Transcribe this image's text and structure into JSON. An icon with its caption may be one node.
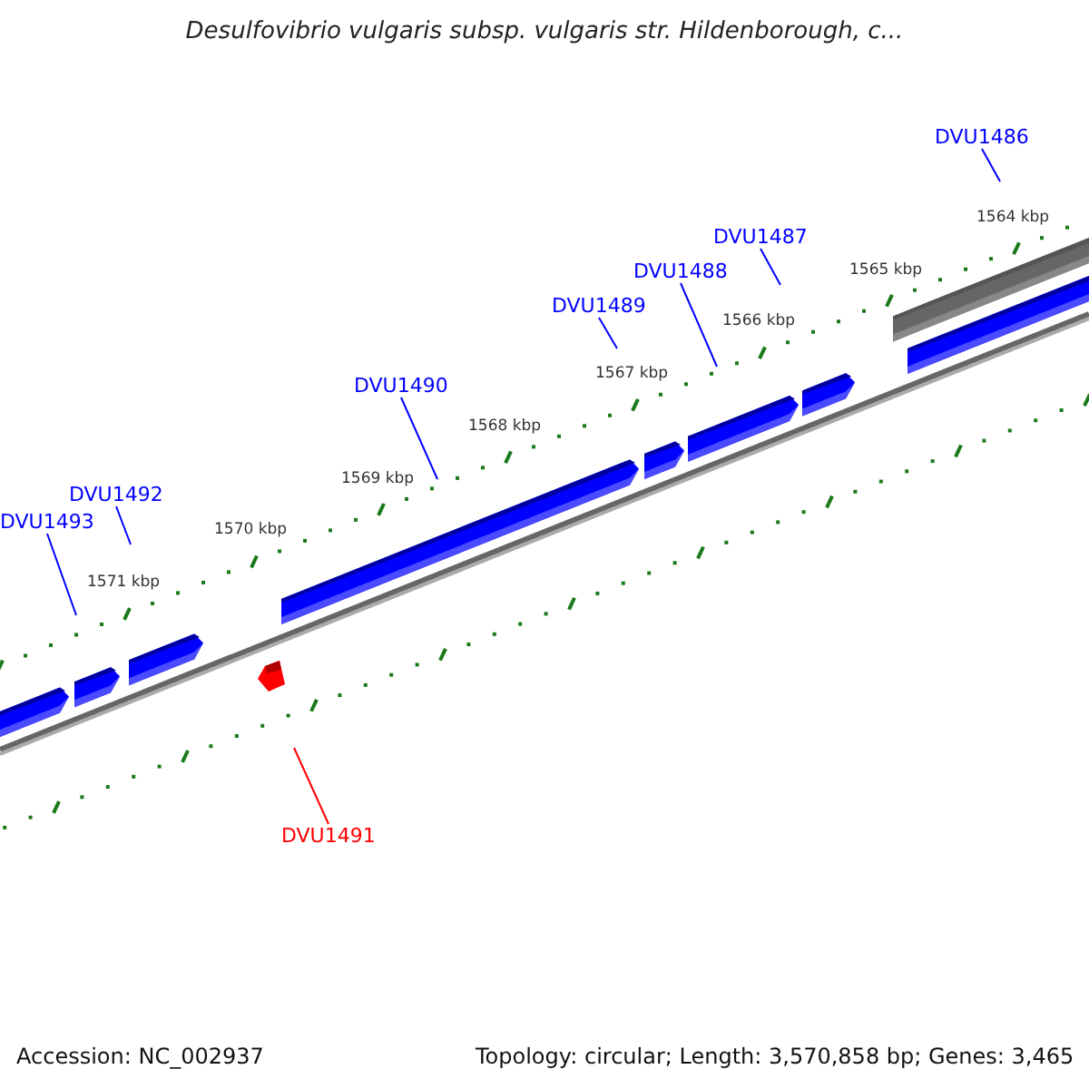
{
  "diagram": {
    "title": "Desulfovibrio vulgaris subsp. vulgaris str. Hildenborough, c...",
    "nodes": [
      {
        "text": [
          "DVU1486"
        ]
      },
      {
        "text": [
          "DVU1487"
        ]
      },
      {
        "text": [
          "DVU1488"
        ]
      },
      {
        "text": [
          "DVU1489"
        ]
      },
      {
        "text": [
          "DVU1490"
        ]
      },
      {
        "text": [
          "DVU1492"
        ]
      },
      {
        "text": [
          "DVU1493"
        ]
      },
      {
        "text": [
          "DVU1491"
        ]
      }
    ],
    "edges": [
      {
        "from": 0,
        "to": null,
        "arrow": "none"
      },
      {
        "from": 1,
        "to": null,
        "arrow": "none"
      },
      {
        "from": 2,
        "to": null,
        "arrow": "none"
      },
      {
        "from": 3,
        "to": null,
        "arrow": "none"
      },
      {
        "from": 4,
        "to": null,
        "arrow": "none"
      },
      {
        "from": 5,
        "to": null,
        "arrow": "none"
      },
      {
        "from": 6,
        "to": null,
        "arrow": "none"
      },
      {
        "from": 7,
        "to": null,
        "arrow": "none",
        "color": "#ff0000"
      }
    ],
    "labels": [
      "1564 kbp",
      "1565 kbp",
      "1566 kbp",
      "1567 kbp",
      "1568 kbp",
      "1569 kbp",
      "1570 kbp",
      "1571 kbp",
      "Accession: NC_002937",
      "Topology: circular; Length: 3,570,858 bp; Genes: 3,465"
    ]
  }
}
